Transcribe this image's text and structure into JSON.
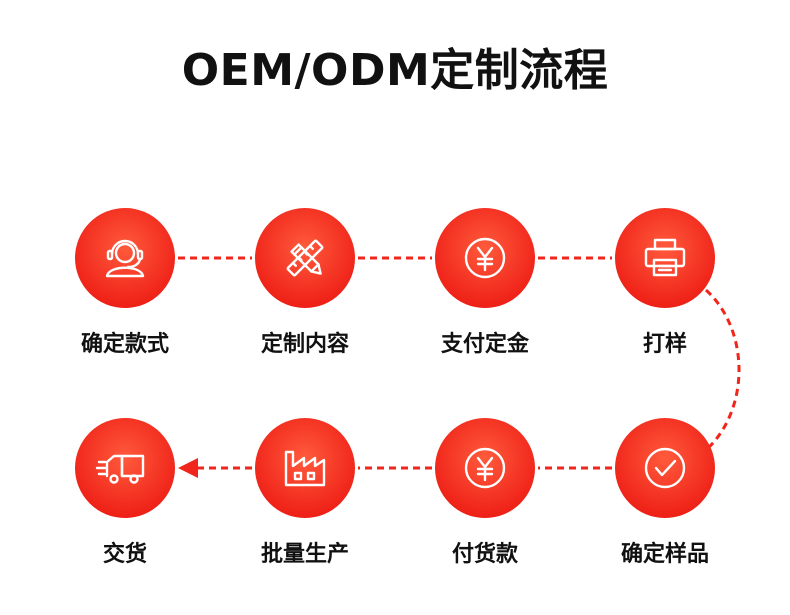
{
  "title": "OEM/ODM定制流程",
  "colors": {
    "accent": "#F0261C",
    "accent_light": "#FF5A3C",
    "icon_stroke": "#FFFFFF",
    "connector": "#F0261C",
    "text": "#111111"
  },
  "steps": [
    {
      "label": "确定款式",
      "icon": "headset-person-icon"
    },
    {
      "label": "定制内容",
      "icon": "pencil-ruler-icon"
    },
    {
      "label": "支付定金",
      "icon": "yuan-coin-icon"
    },
    {
      "label": "打样",
      "icon": "printer-icon"
    },
    {
      "label": "确定样品",
      "icon": "check-circle-icon"
    },
    {
      "label": "付货款",
      "icon": "yuan-coin-icon"
    },
    {
      "label": "批量生产",
      "icon": "factory-icon"
    },
    {
      "label": "交货",
      "icon": "delivery-truck-icon"
    }
  ]
}
